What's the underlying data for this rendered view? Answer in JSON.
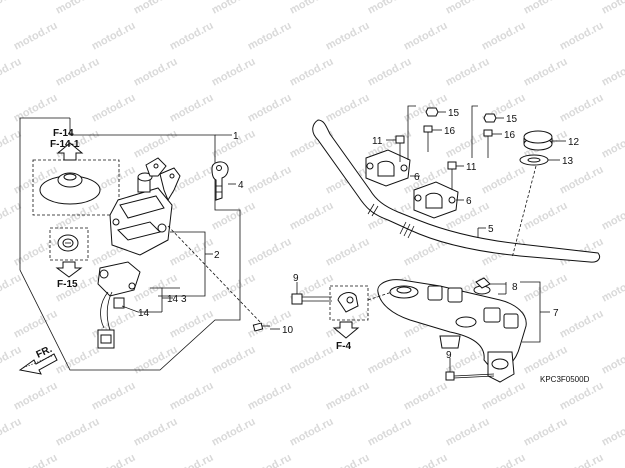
{
  "watermark": "motod.ru",
  "callouts": {
    "c1": "1",
    "c2": "2",
    "c3": "3",
    "c4": "4",
    "c5": "5",
    "c6a": "6",
    "c6b": "6",
    "c7": "7",
    "c8": "8",
    "c9a": "9",
    "c9b": "9",
    "c10": "10",
    "c11a": "11",
    "c11b": "11",
    "c12": "12",
    "c13": "13",
    "c14a": "14",
    "c14b": "14",
    "c15a": "15",
    "c15b": "15",
    "c16a": "16",
    "c16b": "16"
  },
  "references": {
    "f14": "F-14",
    "f14_1": "F-14-1",
    "f15": "F-15",
    "f4": "F-4",
    "front": "FR."
  },
  "diagram_code": "KPC3F0500D"
}
